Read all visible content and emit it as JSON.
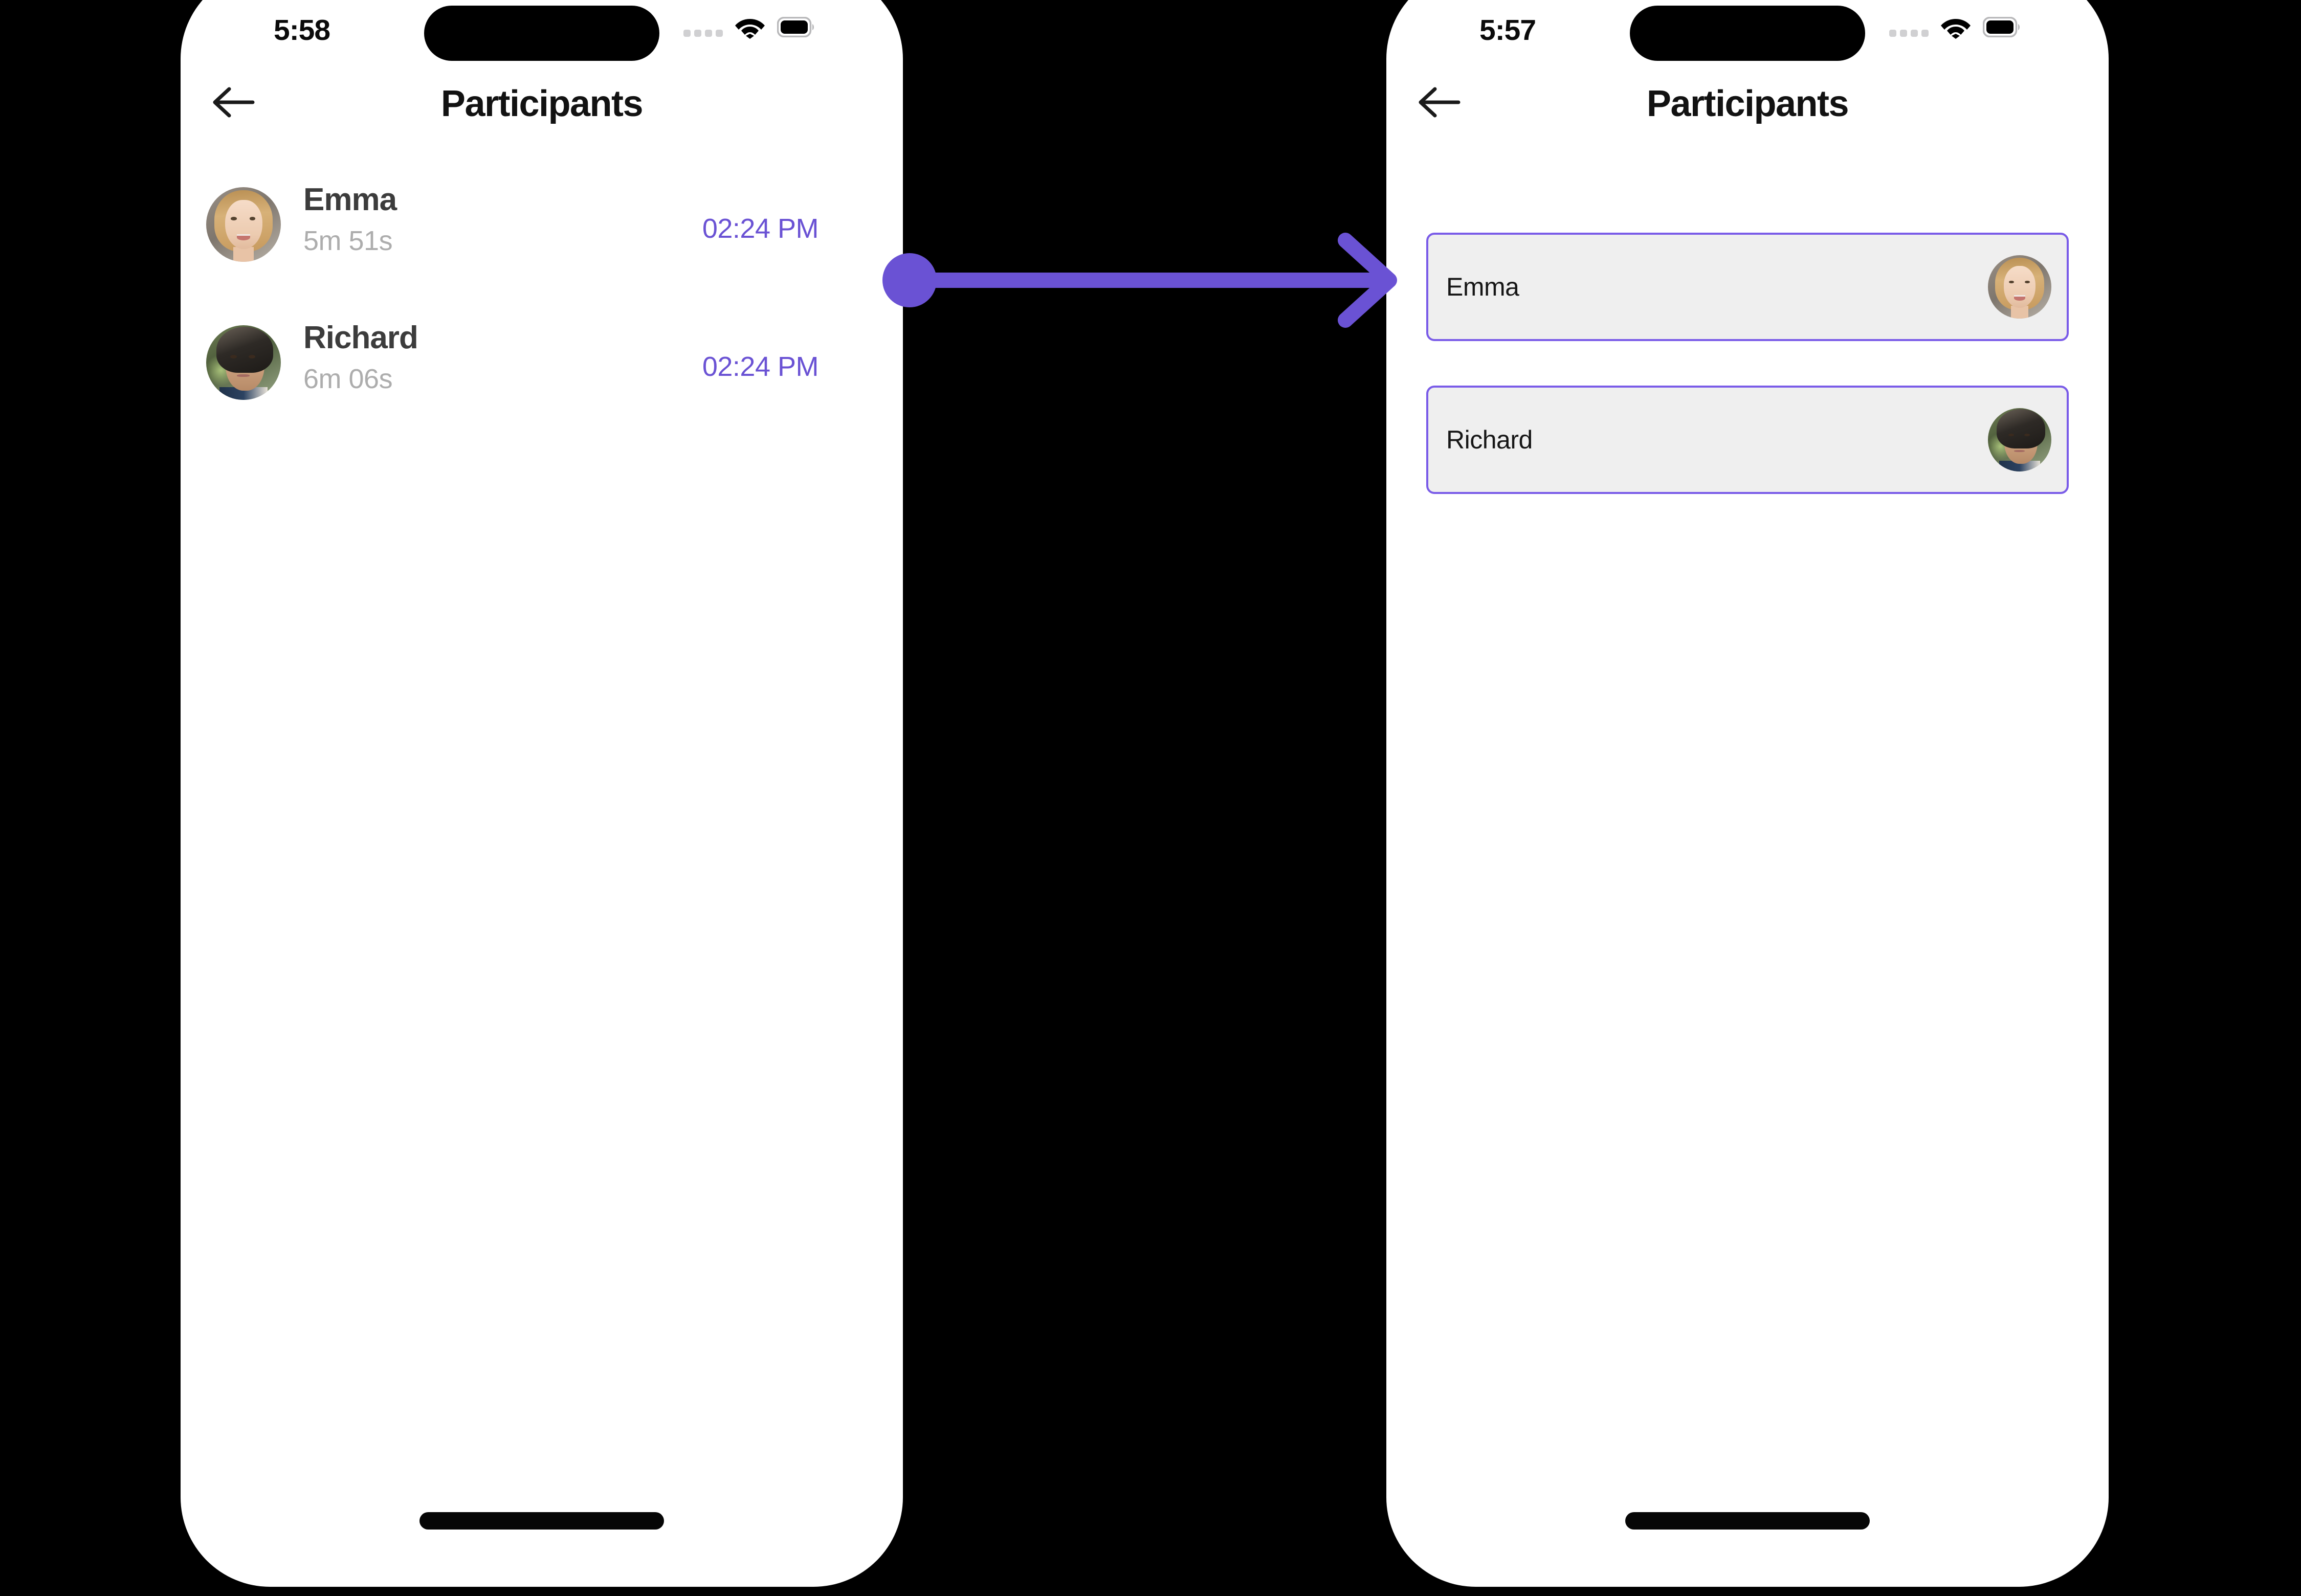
{
  "theme": {
    "accent_purple": "#6a52d4",
    "card_border_purple": "#7a5ce8",
    "card_bg_gray": "#efefef",
    "canvas_black": "#000000",
    "screen_white": "#ffffff",
    "name_gray": "#3c3c3c",
    "duration_gray": "#adadad"
  },
  "screens": [
    {
      "id": "before",
      "status_bar": {
        "time": "5:58",
        "cellular_icon": "signal-dots-icon",
        "wifi_icon": "wifi-icon",
        "battery_icon": "battery-icon"
      },
      "nav": {
        "back_icon": "arrow-left-icon",
        "title": "Participants"
      },
      "participants": [
        {
          "name": "Emma",
          "duration": "5m 51s",
          "time": "02:24 PM",
          "avatar": "emma-avatar"
        },
        {
          "name": "Richard",
          "duration": "6m 06s",
          "time": "02:24 PM",
          "avatar": "richard-avatar"
        }
      ]
    },
    {
      "id": "after",
      "status_bar": {
        "time": "5:57",
        "cellular_icon": "signal-dots-icon",
        "wifi_icon": "wifi-icon",
        "battery_icon": "battery-icon"
      },
      "nav": {
        "back_icon": "arrow-left-icon",
        "title": "Participants"
      },
      "participants": [
        {
          "name": "Emma",
          "avatar": "emma-avatar"
        },
        {
          "name": "Richard",
          "avatar": "richard-avatar"
        }
      ]
    }
  ],
  "connector": {
    "kind": "transition-arrow",
    "color": "#6a52d4",
    "from_label": "02:24 PM",
    "direction": "left-to-right"
  }
}
